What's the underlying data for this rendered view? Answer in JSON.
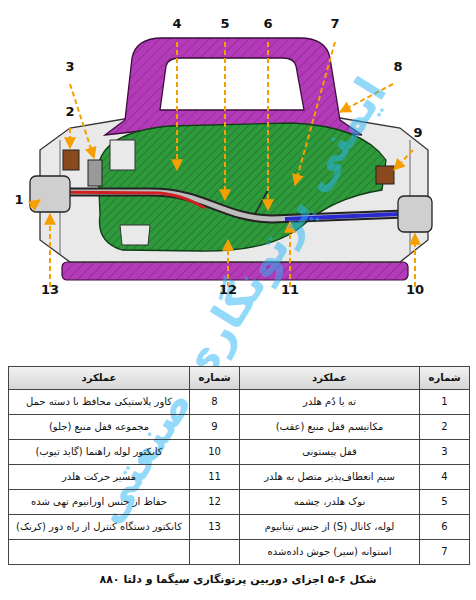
{
  "diagram": {
    "caption": "شکل ۶-۵ اجزای دوربین پرتونگاری سیگما و دلتا ۸۸۰",
    "labels": [
      "1",
      "2",
      "3",
      "4",
      "5",
      "6",
      "7",
      "8",
      "9",
      "10",
      "11",
      "12",
      "13",
      "شماره",
      "عملکرد",
      "شماره",
      "عملکرد",
      "1",
      "ته یا دُم هلدر",
      "8",
      "کاور پلاستیکی محافظ با دسته حمل",
      "2",
      "مکانیسم قفل منبع (عقب)",
      "9",
      "مجموعه قفل منبع (جلو)",
      "3",
      "قفل پیستونی",
      "10",
      "کانکتور لوله راهنما (گاید تیوب)",
      "4",
      "سیم انعطاف‌پذیر متصل به هلدر",
      "11",
      "مسیر حرکت هلدر",
      "5",
      "نوک هلدر، چشمه",
      "12",
      "حفاظ از جنس اورانیوم تهی شده",
      "6",
      "لوله، کانال (S) از جنس تیتانیوم",
      "13",
      "کانکتور دستگاه کنترل از راه دور (کرنک)",
      "7",
      "استوانه (سیر) جوش داده‌شده",
      "ایمنی پرتونگاری صنعتی"
    ]
  }
}
